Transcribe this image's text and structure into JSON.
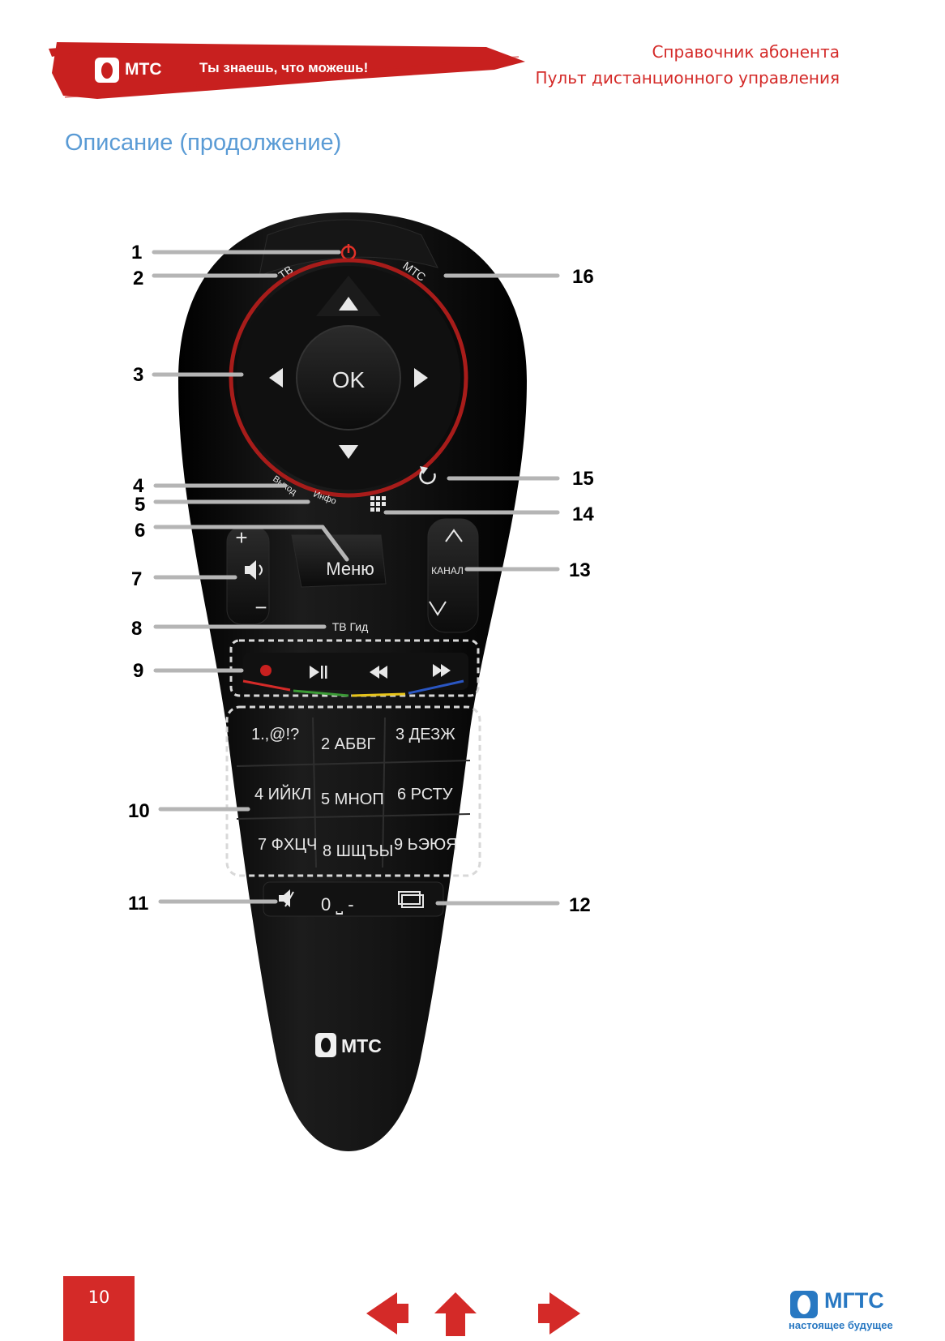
{
  "header": {
    "brand": "МТС",
    "slogan": "Ты знаешь, что можешь!",
    "doc_title": "Справочник абонента",
    "doc_subtitle": "Пульт дистанционного управления"
  },
  "section_title": "Описание (продолжение)",
  "remote": {
    "ok": "OK",
    "tv": "ТВ",
    "mts": "МТС",
    "exit": "Выход",
    "info": "Инфо",
    "menu": "Меню",
    "plus": "+",
    "minus": "−",
    "channel": "КАНАЛ",
    "guide": "ТВ Гид",
    "keys": [
      "1.,@!?",
      "2 АБВГ",
      "3 ДЕЗЖ",
      "4 ИЙКЛ",
      "5 МНОП",
      "6 РСТУ",
      "7 ФХЦЧ",
      "8 ШЩЪЫ",
      "9 ЬЭЮЯ"
    ],
    "zero": "0 ⎵ -",
    "brand": "МТС"
  },
  "callouts": [
    "1",
    "2",
    "3",
    "4",
    "5",
    "6",
    "7",
    "8",
    "9",
    "10",
    "11",
    "12",
    "13",
    "14",
    "15",
    "16"
  ],
  "colors": {
    "red": "#d42a28",
    "blue_title": "#5a9bd5",
    "mgts_blue": "#2878c2"
  },
  "icons": {
    "power": "power-icon",
    "volume": "volume-icon",
    "mute": "mute-icon",
    "back": "back-icon",
    "apps": "apps-icon",
    "aspect": "aspect-icon"
  },
  "footer": {
    "page_number": "10",
    "mgts_brand": "МГТС",
    "mgts_tagline": "настоящее будущее"
  }
}
